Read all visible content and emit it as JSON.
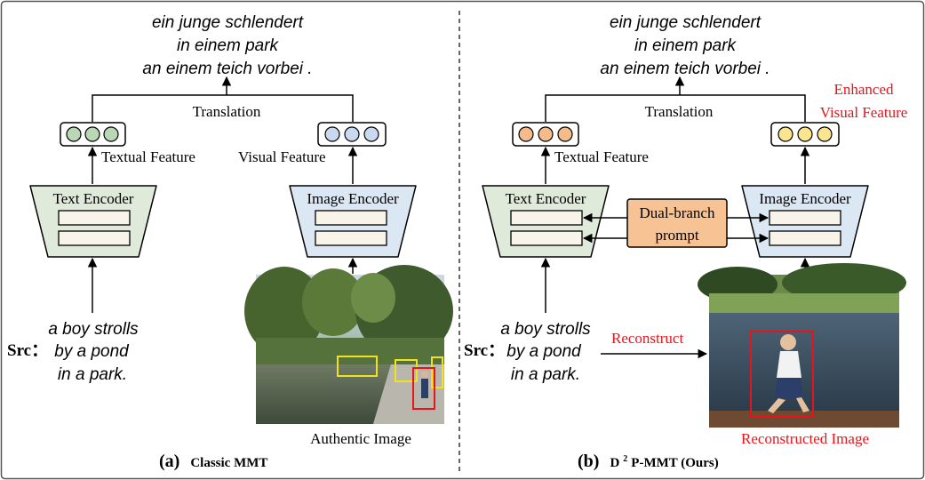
{
  "left_panel": {
    "output_sentence": [
      "ein junge schlendert",
      "in einem park",
      "an einem teich vorbei ."
    ],
    "translation_label": "Translation",
    "textual_feature_label": "Textual Feature",
    "visual_feature_label": "Visual Feature",
    "text_encoder_label": "Text Encoder",
    "image_encoder_label": "Image Encoder",
    "source_prefix": "Src：",
    "source_sentence": [
      "a boy strolls",
      "by a pond",
      "in a park."
    ],
    "image_caption": "Authentic Image",
    "panel_tag": "(a)",
    "panel_title": "Classic MMT"
  },
  "right_panel": {
    "output_sentence": [
      "ein junge schlendert",
      "in einem park",
      "an einem teich vorbei ."
    ],
    "translation_label": "Translation",
    "textual_feature_label": "Textual Feature",
    "enhanced_feature_label": [
      "Enhanced",
      "Visual Feature"
    ],
    "text_encoder_label": "Text Encoder",
    "image_encoder_label": "Image Encoder",
    "prompt_label": [
      "Dual-branch",
      "prompt"
    ],
    "source_prefix": "Src：",
    "source_sentence": [
      "a boy strolls",
      "by a pond",
      "in a park."
    ],
    "reconstruct_label": "Reconstruct",
    "image_caption": "Reconstructed Image",
    "panel_tag": "(b)",
    "panel_title_prefix": "D",
    "panel_title_sup": "2",
    "panel_title_suffix": "P-MMT (Ours)"
  },
  "colors": {
    "text_encoder_fill": "#dfeadb",
    "image_encoder_fill": "#dce7f4",
    "green_circle": "#b9d7b5",
    "blue_circle": "#c8d9f0",
    "orange_circle": "#f5bb8a",
    "yellow_circle": "#fbe58e",
    "prompt_fill": "#f8c394",
    "red_accent": "#e8141b",
    "layer_bar_fill": "#f8f4ea"
  }
}
